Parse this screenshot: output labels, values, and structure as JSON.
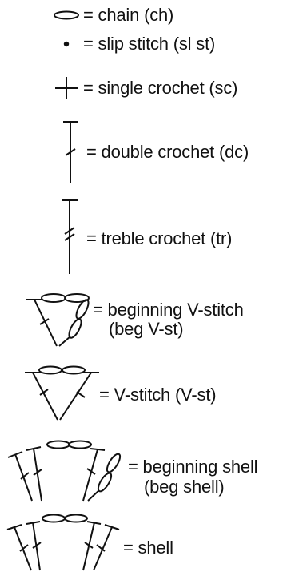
{
  "legend": {
    "items": [
      {
        "key": "chain",
        "icon": "chain-icon",
        "label": "= chain (ch)"
      },
      {
        "key": "slip_stitch",
        "icon": "slip-stitch-icon",
        "label": "= slip stitch (sl st)"
      },
      {
        "key": "single_crochet",
        "icon": "single-crochet-icon",
        "label": "= single crochet (sc)"
      },
      {
        "key": "double_crochet",
        "icon": "double-crochet-icon",
        "label": "= double crochet (dc)"
      },
      {
        "key": "treble_crochet",
        "icon": "treble-crochet-icon",
        "label": "= treble crochet (tr)"
      },
      {
        "key": "beg_v_stitch",
        "icon": "beginning-v-stitch-icon",
        "label": "= beginning V-stitch",
        "sublabel": "(beg V-st)"
      },
      {
        "key": "v_stitch",
        "icon": "v-stitch-icon",
        "label": "= V-stitch (V-st)"
      },
      {
        "key": "beg_shell",
        "icon": "beginning-shell-icon",
        "label": "= beginning shell",
        "sublabel": "(beg shell)"
      },
      {
        "key": "shell",
        "icon": "shell-icon",
        "label": "= shell"
      }
    ]
  }
}
